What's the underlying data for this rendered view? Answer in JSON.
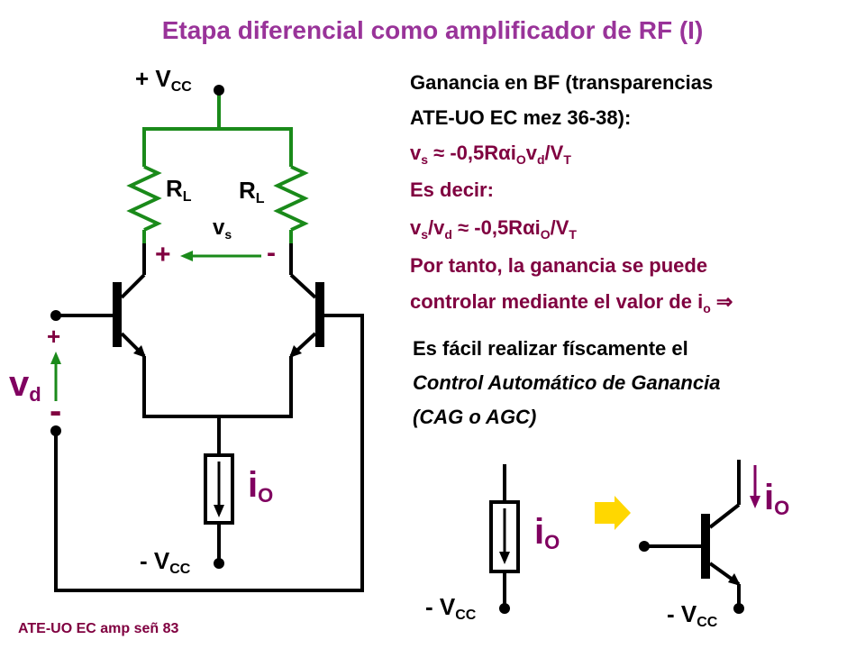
{
  "title": "Etapa diferencial como amplificador de RF  (I)",
  "footer": "ATE-UO EC amp señ 83",
  "circuit": {
    "vcc_plus": {
      "prefix": "+ V",
      "sub": "CC"
    },
    "vcc_minus": {
      "prefix": "- V",
      "sub": "CC"
    },
    "rl": {
      "main": "R",
      "sub": "L"
    },
    "vs": {
      "main": "v",
      "sub": "s"
    },
    "vd": {
      "main": "v",
      "sub": "d"
    },
    "io": {
      "main": "i",
      "sub": "O"
    },
    "plus": "+",
    "minus": "-"
  },
  "text": {
    "l1": "Ganancia en BF (transparencias",
    "l2": "ATE-UO EC mez 36-38):",
    "eq1": {
      "a": "v",
      "a_sub": "s",
      "b": " ≈ -0,5R",
      "alpha": "α",
      "c": "i",
      "c_sub": "O",
      "d": "v",
      "d_sub": "d",
      "e": "/V",
      "e_sub": "T"
    },
    "l3": "Es decir:",
    "eq2": {
      "a": "v",
      "a_sub": "s",
      "b": "/v",
      "b_sub": "d",
      "c": " ≈ -0,5R",
      "alpha": "α",
      "d": "i",
      "d_sub": "O",
      "e": "/V",
      "e_sub": "T"
    },
    "l4": "Por tanto, la ganancia se puede",
    "l5a": "controlar mediante el valor de i",
    "l5_sub": "o",
    "l5_arrow": " ⇒",
    "l6": "Es fácil realizar físcamente el",
    "l7": "Control Automático de Ganancia",
    "l8": "(CAG o AGC)"
  },
  "colors": {
    "title": "#993399",
    "wire_green": "#1a8a1a",
    "maroon": "#800040",
    "purple": "#800060",
    "arrow_yellow": "#ffd700"
  }
}
